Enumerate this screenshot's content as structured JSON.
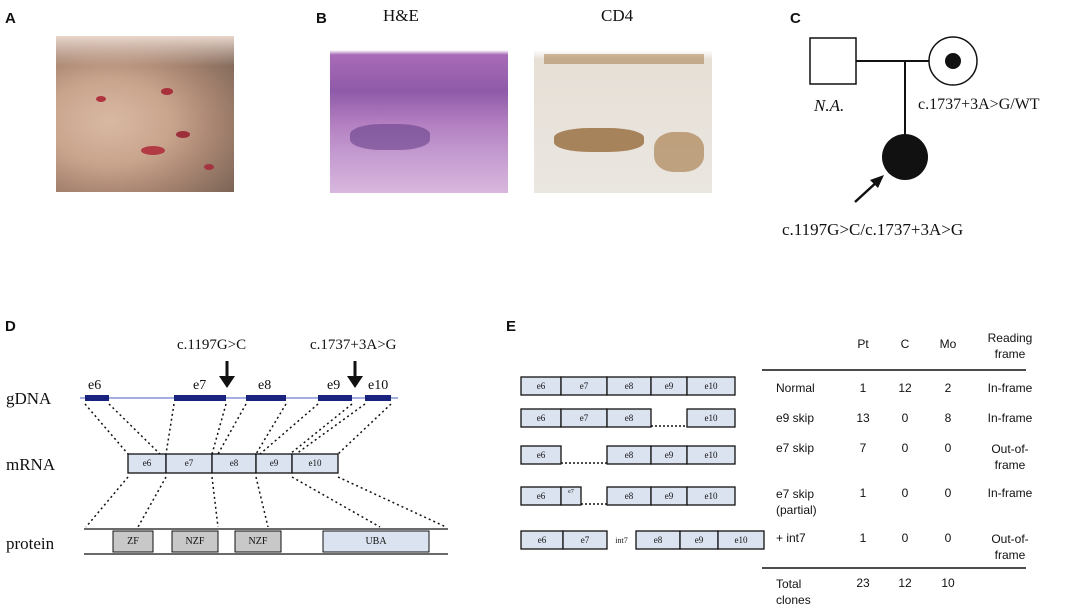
{
  "panels": {
    "A": "A",
    "B": "B",
    "C": "C",
    "D": "D",
    "E": "E"
  },
  "panel_b": {
    "left_title": "H&E",
    "right_title": "CD4"
  },
  "pedigree": {
    "father_label": "N.A.",
    "mother_label": "c.1737+3A>G/WT",
    "proband_label": "c.1197G>C/c.1737+3A>G"
  },
  "panel_d": {
    "variant1": "c.1197G>C",
    "variant2": "c.1737+3A>G",
    "row_labels": {
      "gdna": "gDNA",
      "mrna": "mRNA",
      "protein": "protein"
    },
    "gdna_exons": [
      "e6",
      "e7",
      "e8",
      "e9",
      "e10"
    ],
    "mrna_exons": [
      "e6",
      "e7",
      "e8",
      "e9",
      "e10"
    ],
    "protein_domains": [
      "ZF",
      "NZF",
      "NZF",
      "UBA"
    ]
  },
  "panel_e": {
    "headers": [
      "Pt",
      "C",
      "Mo",
      "Reading frame"
    ],
    "rows": [
      {
        "label": "Normal",
        "pt": "1",
        "c": "12",
        "mo": "2",
        "frame": "In-frame",
        "exons": [
          "e6",
          "e7",
          "e8",
          "e9",
          "e10"
        ]
      },
      {
        "label": "e9 skip",
        "pt": "13",
        "c": "0",
        "mo": "8",
        "frame": "In-frame",
        "exons": [
          "e6",
          "e7",
          "e8",
          "e10"
        ]
      },
      {
        "label": "e7 skip",
        "pt": "7",
        "c": "0",
        "mo": "0",
        "frame": "Out-of-frame",
        "exons": [
          "e6",
          "e8",
          "e9",
          "e10"
        ]
      },
      {
        "label": "e7 skip (partial)",
        "pt": "1",
        "c": "0",
        "mo": "0",
        "frame": "In-frame",
        "exons": [
          "e6",
          "e7",
          "e8",
          "e9",
          "e10"
        ]
      },
      {
        "label": "+ int7",
        "pt": "1",
        "c": "0",
        "mo": "0",
        "frame": "Out-of-frame",
        "exons": [
          "e6",
          "e7",
          "int7",
          "e8",
          "e9",
          "e10"
        ]
      }
    ],
    "total_label": "Total clones",
    "totals": {
      "pt": "23",
      "c": "12",
      "mo": "10"
    }
  },
  "colors": {
    "exon_fill": "#dbe3f0",
    "gdna_exon": "#1a237e",
    "domain_fill": "#c8c8c8",
    "uba_fill": "#dbe3f0"
  }
}
